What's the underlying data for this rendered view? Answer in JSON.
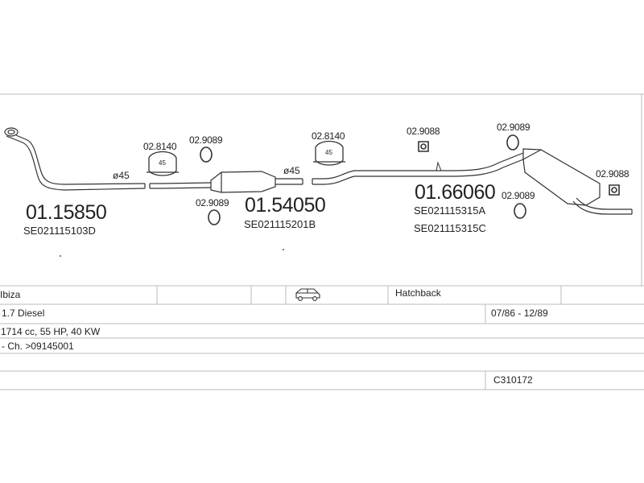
{
  "parts": {
    "front_pipe": {
      "number": "01.15850",
      "oem": "SE021115103D",
      "diameter": "ø45"
    },
    "middle_silencer": {
      "number": "01.54050",
      "oem": "SE021115201B",
      "diameter": "ø45"
    },
    "rear_silencer": {
      "number": "01.66060",
      "oem_a": "SE021115315A",
      "oem_c": "SE021115315C"
    }
  },
  "accessories": {
    "clamp_1": "02.8140",
    "hanger_1": "02.9089",
    "hanger_2": "02.9089",
    "clamp_2": "02.8140",
    "hanger_3": "02.9088",
    "hanger_4": "02.9089",
    "hanger_5": "02.9089",
    "hanger_6": "02.9088"
  },
  "clamp_labels": {
    "clamp_1": "45",
    "clamp_2": "45"
  },
  "vehicle": {
    "model": "Ibiza",
    "body_type": "Hatchback",
    "body_icon": "car-side-icon",
    "engine": "1.7 Diesel",
    "production_period": "07/86 - 12/89",
    "engine_spec": "1714 cc, 55 HP, 40 KW",
    "chassis_note": "- Ch. >09145001",
    "catalog_code": "C310172"
  }
}
